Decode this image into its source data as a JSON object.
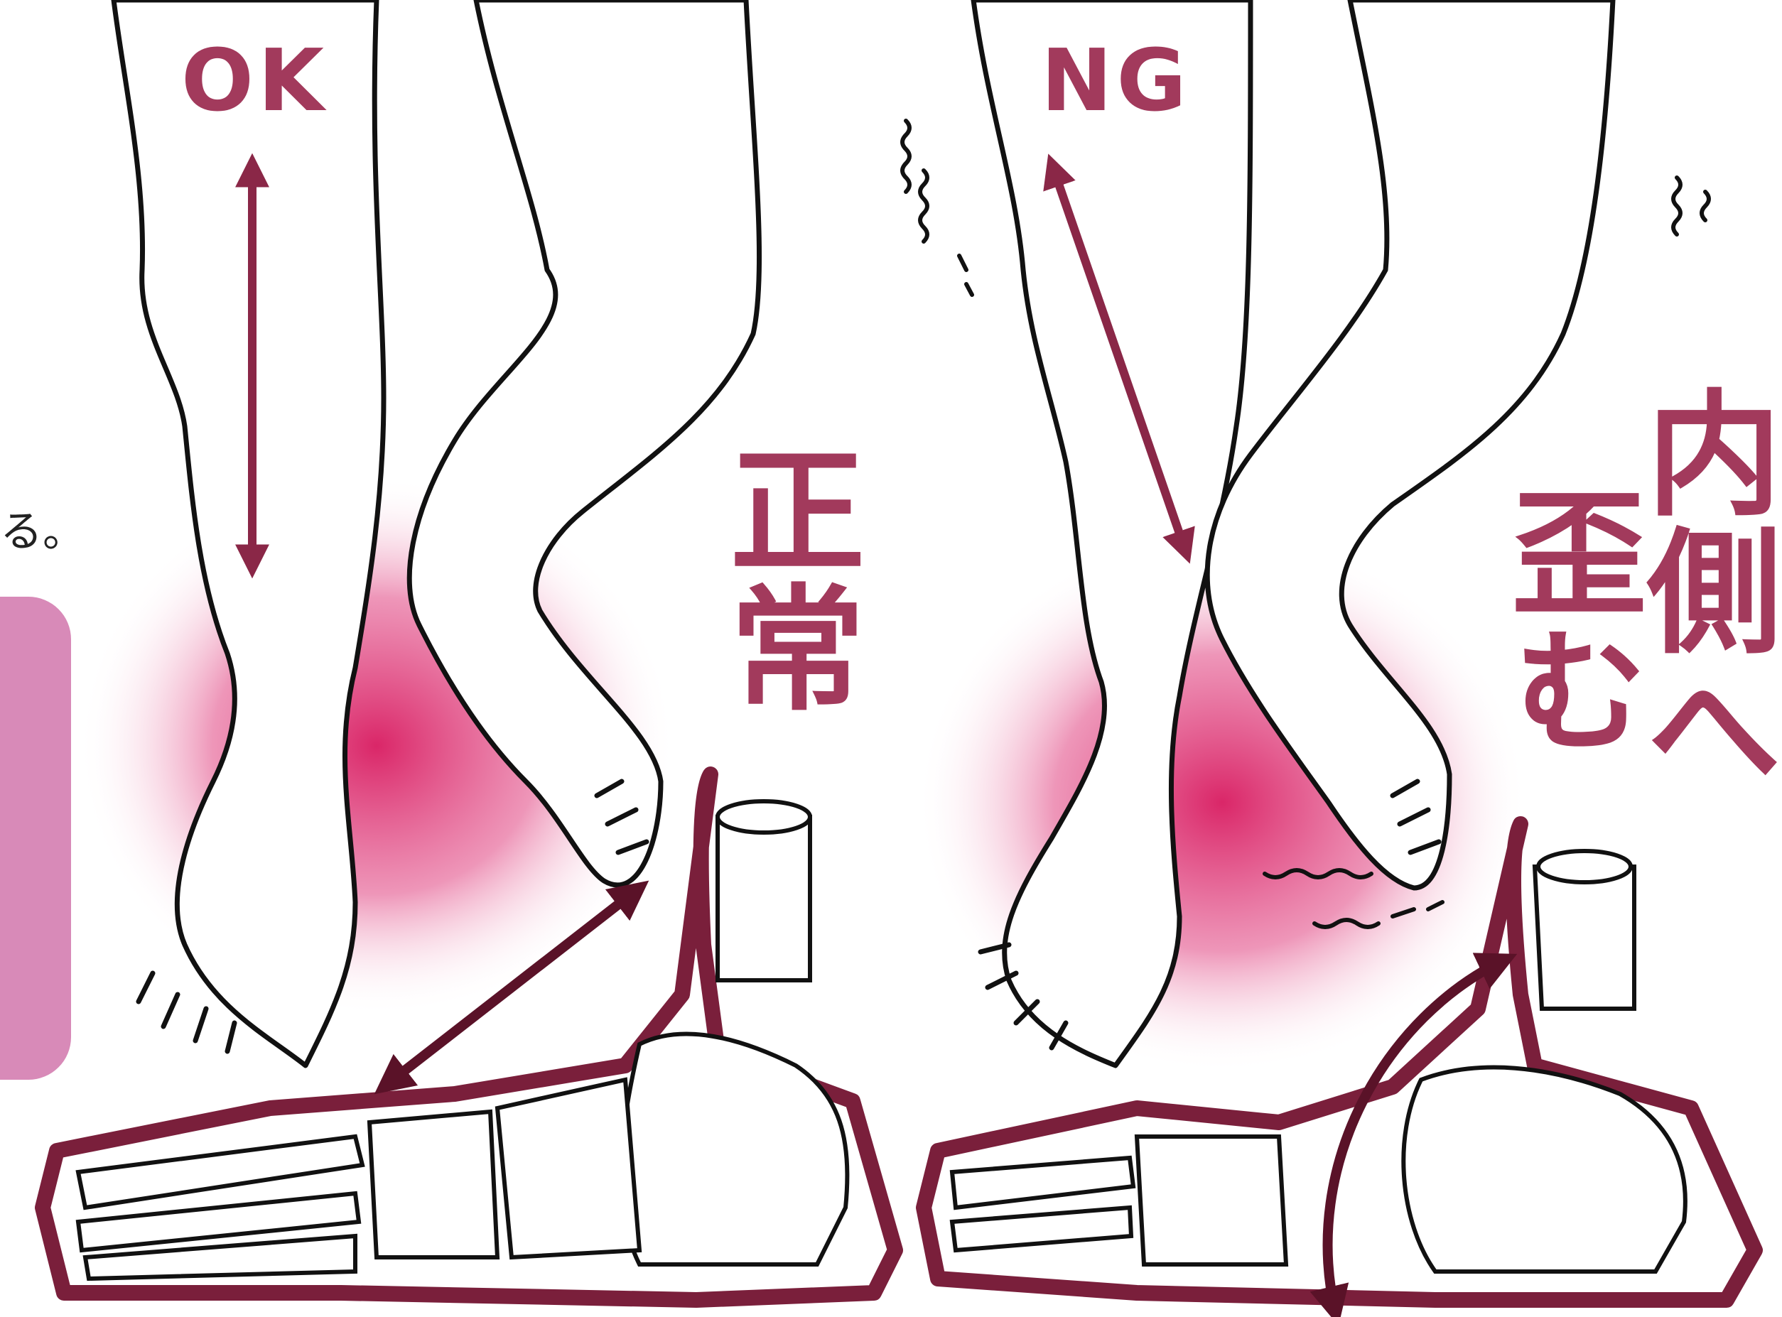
{
  "left_panel": {
    "status_label": "OK",
    "caption": "正常",
    "indicator_color": "#a23a5c"
  },
  "right_panel": {
    "status_label": "NG",
    "caption_line1": "内側へ",
    "caption_line2": "歪む",
    "indicator_color": "#a23a5c"
  },
  "edge_text": "る。",
  "colors": {
    "accent": "#a23a5c",
    "highlight": "#d81b60",
    "bone_outline": "#7a1f3b",
    "side_panel": "#d88ab8"
  }
}
